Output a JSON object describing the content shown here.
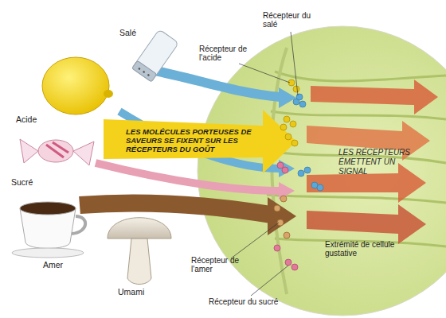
{
  "diagram": {
    "labels": [
      "Acide",
      "Salé",
      "Sucré",
      "Amer",
      "Umami",
      "Récepteur de l'acide",
      "Récepteur du salé",
      "LES MOLÉCULES PORTEUSES DE SAVEURS SE FIXENT SUR LES RÉCEPTEURS DU GOÛT",
      "LES RÉCEPTEURS ÉMETTENT UN SIGNAL",
      "Extrémité de cellule gustative",
      "Récepteur de l'amer",
      "Récepteur du sucré"
    ]
  }
}
